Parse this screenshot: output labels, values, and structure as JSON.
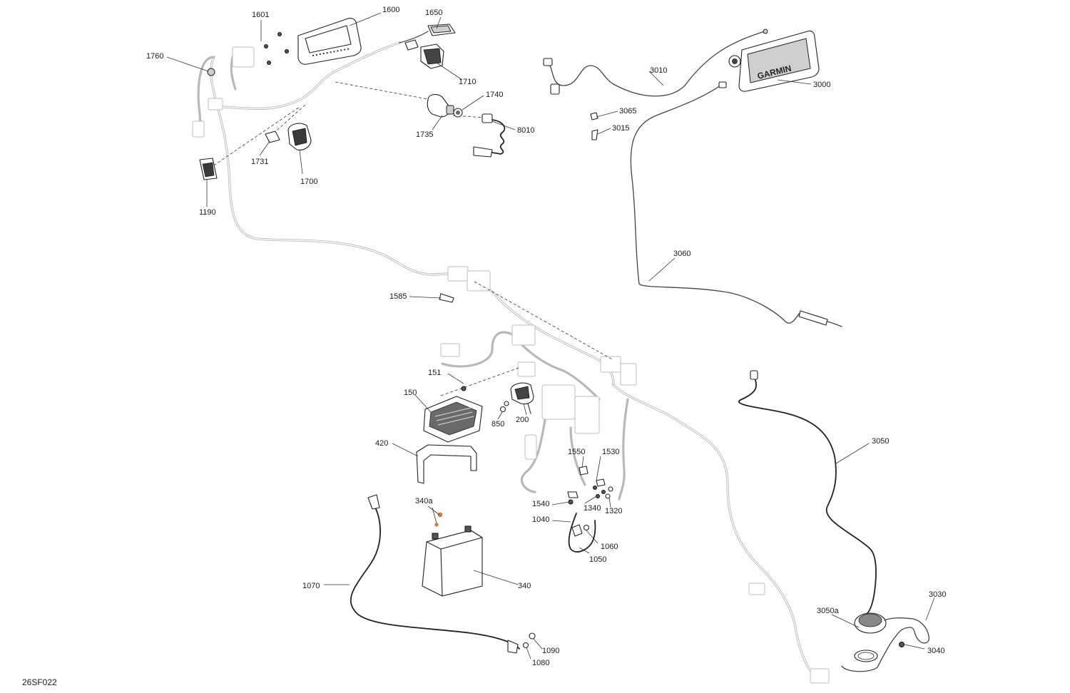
{
  "figure_code": "26SF022",
  "brand_mark": "GARMIN",
  "accent_color": "#e8822a",
  "callouts": {
    "c1601": "1601",
    "c1600": "1600",
    "c1650": "1650",
    "c1760": "1760",
    "c1710": "1710",
    "c1740": "1740",
    "c1735": "1735",
    "c8010": "8010",
    "c1731": "1731",
    "c1700": "1700",
    "c1190": "1190",
    "c3010": "3010",
    "c3000": "3000",
    "c3065": "3065",
    "c3015": "3015",
    "c3060": "3060",
    "c1585": "1585",
    "c151": "151",
    "c150": "150",
    "c850": "850",
    "c200": "200",
    "c420": "420",
    "c1550": "1550",
    "c1530": "1530",
    "c1540": "1540",
    "c1340": "1340",
    "c1320": "1320",
    "c1040": "1040",
    "c1060": "1060",
    "c1050": "1050",
    "c340a": "340a",
    "c340": "340",
    "c1070": "1070",
    "c1090": "1090",
    "c1080": "1080",
    "c3050": "3050",
    "c3030": "3030",
    "c3050a": "3050a",
    "c3040": "3040"
  }
}
